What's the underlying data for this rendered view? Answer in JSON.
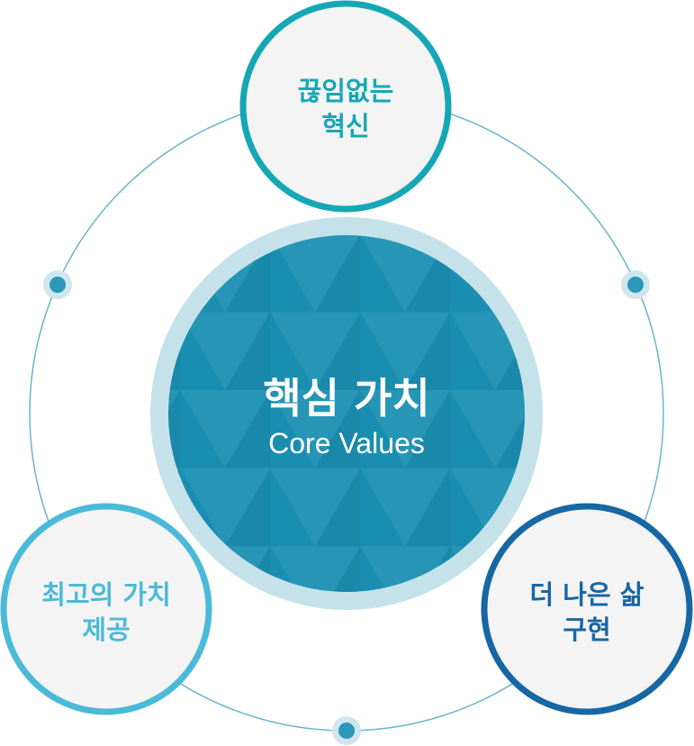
{
  "center": {
    "title": "핵심 가치",
    "subtitle": "Core Values"
  },
  "values": [
    {
      "line1": "끊임없는",
      "line2": "혁신",
      "color": "#15a8b4"
    },
    {
      "line1": "최고의 가치",
      "line2": "제공",
      "color": "#4bbad8"
    },
    {
      "line1": "더 나은 삶",
      "line2": "구현",
      "color": "#1767a4"
    }
  ],
  "colors": {
    "center_fill": "#1a8eb0",
    "center_ring": "#c5e2eb",
    "node_fill": "#f4f4f4",
    "orbit_line": "#6bb4cc",
    "dot": "#2a96b8"
  }
}
